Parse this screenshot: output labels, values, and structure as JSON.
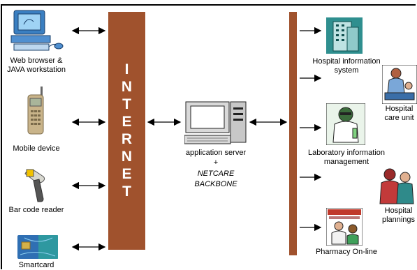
{
  "internet": {
    "letters": [
      "I",
      "N",
      "T",
      "E",
      "R",
      "N",
      "E",
      "T"
    ]
  },
  "clients": [
    {
      "line1": "Web browser  &",
      "line2": "JAVA workstation",
      "icon": "computer-workstation-icon"
    },
    {
      "line1": "Mobile device",
      "icon": "mobile-phone-icon"
    },
    {
      "line1": "Bar code reader",
      "icon": "barcode-scanner-icon"
    },
    {
      "line1": "Smartcard",
      "icon": "smartcard-icon"
    }
  ],
  "server": {
    "line1": "application server",
    "line2": "+",
    "line3": "NETCARE",
    "line4": "BACKBONE",
    "icon": "server-computer-icon"
  },
  "services": [
    {
      "line1": "Hospital information",
      "line2": "system",
      "icon": "hospital-building-icon"
    },
    {
      "line1": "Laboratory information",
      "line2": "management",
      "icon": "laboratory-worker-icon"
    },
    {
      "line1": "Pharmacy On-line",
      "icon": "pharmacy-icon"
    },
    {
      "line1": "Hospital",
      "line2": "care unit",
      "icon": "hospital-care-icon"
    },
    {
      "line1": "Hospital",
      "line2": "plannings",
      "icon": "hospital-planning-icon"
    }
  ],
  "colors": {
    "bar": "#a0522d",
    "text_on_bar": "#ffffff"
  }
}
